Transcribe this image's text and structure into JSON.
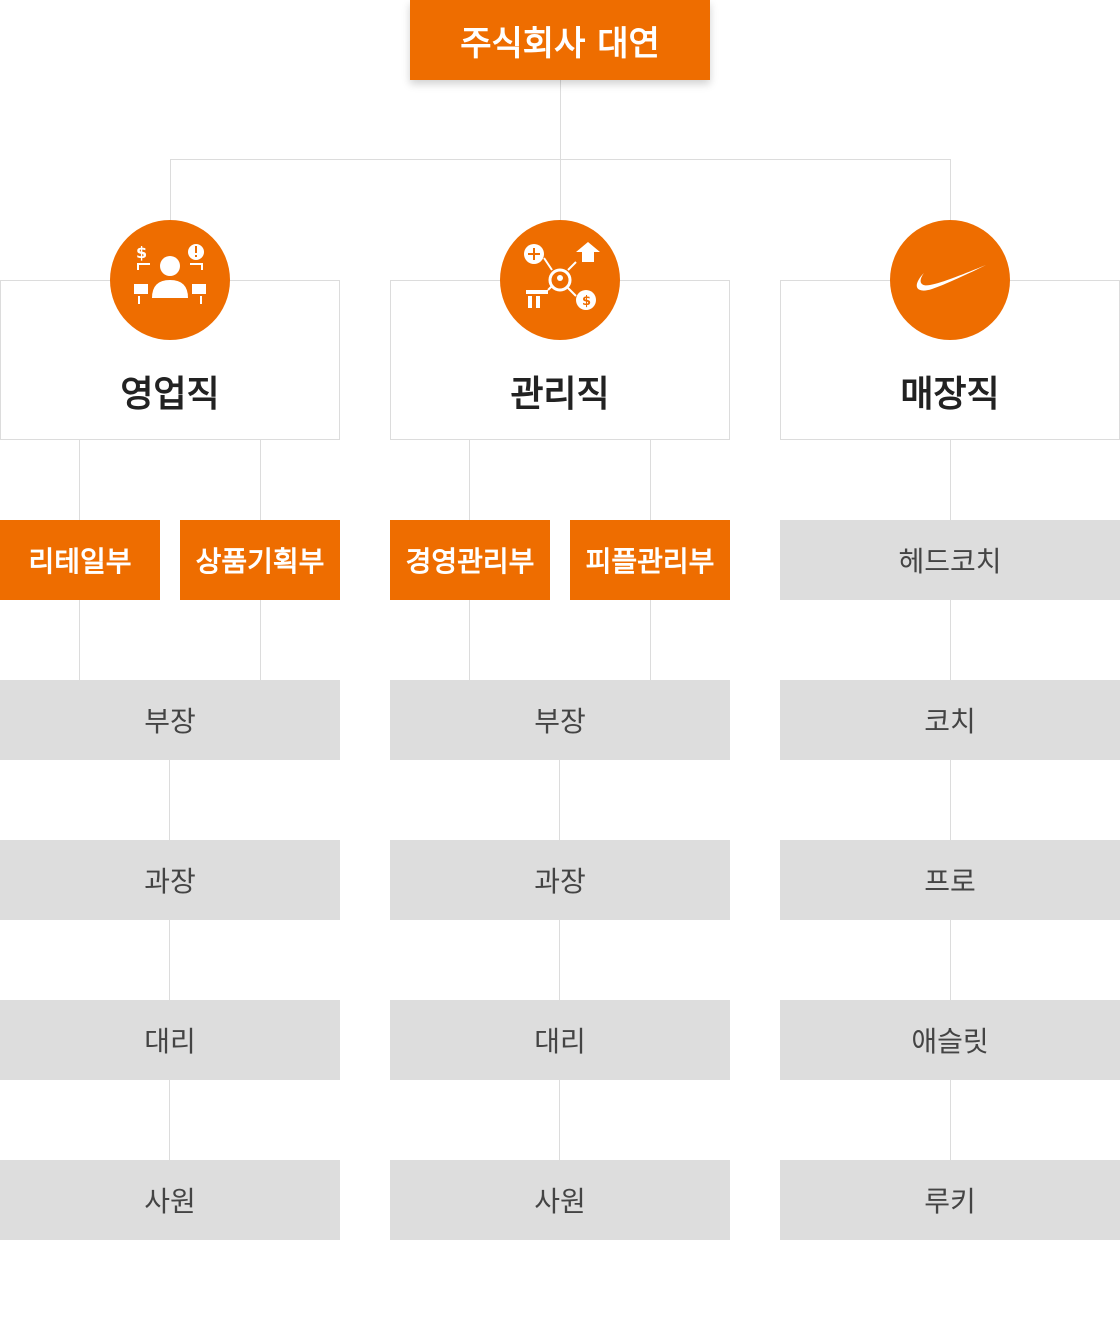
{
  "company": "주식회사 대연",
  "colors": {
    "accent": "#ee6d00",
    "rank_bg": "#dddddd",
    "line": "#dcdcdc"
  },
  "categories": [
    {
      "label": "영업직",
      "icon": "sales-person-icon"
    },
    {
      "label": "관리직",
      "icon": "management-network-icon"
    },
    {
      "label": "매장직",
      "icon": "swoosh-logo-icon"
    }
  ],
  "departments": {
    "sales": [
      "리테일부",
      "상품기획부"
    ],
    "admin": [
      "경영관리부",
      "피플관리부"
    ]
  },
  "store_head": "헤드코치",
  "ranks": {
    "sales": [
      "부장",
      "과장",
      "대리",
      "사원"
    ],
    "admin": [
      "부장",
      "과장",
      "대리",
      "사원"
    ],
    "store": [
      "코치",
      "프로",
      "애슬릿",
      "루키"
    ]
  }
}
